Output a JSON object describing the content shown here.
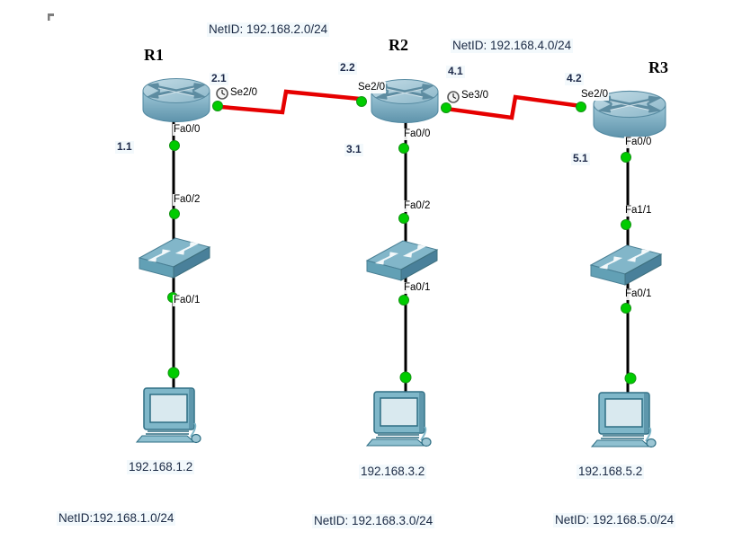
{
  "colors": {
    "serial_link": "#e60000",
    "ethernet_link": "#000000",
    "link_status_up": "#00cc00",
    "device_teal": "#8ab9cc",
    "label_text": "#1b2a45"
  },
  "wan_networks": [
    {
      "netid": "NetID: 192.168.2.0/24"
    },
    {
      "netid": "NetID: 192.168.4.0/24"
    }
  ],
  "routers": [
    {
      "name": "R1",
      "serial_right": {
        "addr": "2.1",
        "port": "Se2/0",
        "clock": true
      },
      "lan": {
        "addr": "1.1",
        "port": "Fa0/0"
      }
    },
    {
      "name": "R2",
      "serial_left": {
        "addr": "2.2",
        "port": "Se2/0",
        "clock": false
      },
      "serial_right": {
        "addr": "4.1",
        "port": "Se3/0",
        "clock": true
      },
      "lan": {
        "addr": "3.1",
        "port": "Fa0/0"
      }
    },
    {
      "name": "R3",
      "serial_left": {
        "addr": "4.2",
        "port": "Se2/0",
        "clock": false
      },
      "lan": {
        "addr": "5.1",
        "port": "Fa0/0"
      }
    }
  ],
  "switches": [
    {
      "uplink_port": "Fa0/2",
      "downlink_port": "Fa0/1"
    },
    {
      "uplink_port": "Fa0/2",
      "downlink_port": "Fa0/1"
    },
    {
      "uplink_port": "Fa1/1",
      "downlink_port": "Fa0/1"
    }
  ],
  "pcs": [
    {
      "ip": "192.168.1.2",
      "netid": "NetID:192.168.1.0/24"
    },
    {
      "ip": "192.168.3.2",
      "netid": "NetID: 192.168.3.0/24"
    },
    {
      "ip": "192.168.5.2",
      "netid": "NetID: 192.168.5.0/24"
    }
  ]
}
